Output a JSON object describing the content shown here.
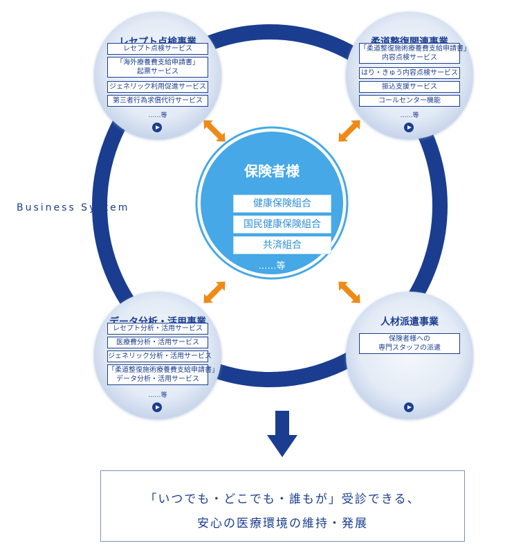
{
  "system_label": "Business System",
  "center": {
    "title": "保険者様",
    "items": [
      "健康保険組合",
      "国民健康保険組合",
      "共済組合"
    ],
    "etc": "……等"
  },
  "businesses": [
    {
      "title": "レセプト点検事業",
      "services": [
        "レセプト点検サービス",
        "「海外療養費支給申請書」\n起票サービス",
        "ジェネリック利用促進サービス",
        "第三者行為求償代行サービス"
      ],
      "etc": "……等"
    },
    {
      "title": "柔道整復関連事業",
      "services": [
        "「柔道整復施術療養費支給申請書」\n内容点検サービス",
        "はり・きゅう内容点検サービス",
        "振込支援サービス",
        "コールセンター機能"
      ],
      "etc": "……等"
    },
    {
      "title": "データ分析・活用事業",
      "services": [
        "レセプト分析・活用サービス",
        "医療費分析・活用サービス",
        "ジェネリック分析・活用サービス",
        "「柔道整復施術療養費支給申請書」\nデータ分析・活用サービス"
      ],
      "etc": "……等"
    },
    {
      "title": "人材派遣事業",
      "services": [
        "保険者様への\n専門スタッフの派遣"
      ],
      "etc": ""
    }
  ],
  "result": {
    "line1": "「いつでも・どこでも・誰もが」受診できる、",
    "line2": "安心の医療環境の維持・発展"
  },
  "colors": {
    "ring": "#1a3d8f",
    "center_fill": "#46a8e6",
    "arrow_orange": "#ee8a16",
    "down_arrow": "#1a3d8f",
    "bubble_fill": "#dde7f4"
  },
  "icons": {
    "play": "play-circle-icon",
    "arrows": "double-arrow-icon",
    "down": "down-arrow-icon"
  }
}
